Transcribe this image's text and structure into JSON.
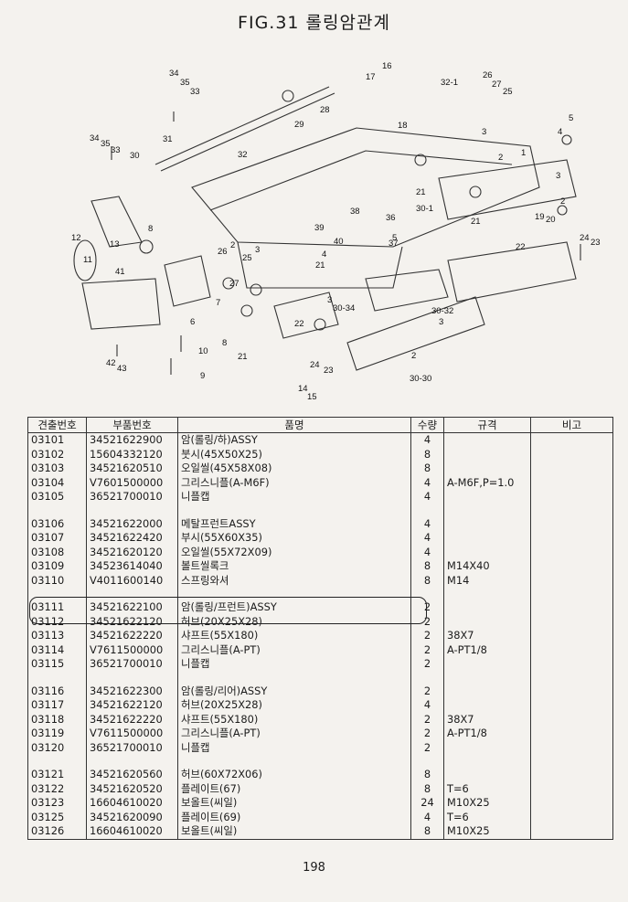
{
  "title": "FIG.31 롤링암관계",
  "page_number": "198",
  "diagram_callouts": [
    "34",
    "35",
    "33",
    "32-1",
    "26",
    "27",
    "25",
    "16",
    "17",
    "28",
    "29",
    "18",
    "32",
    "31",
    "30",
    "34",
    "35",
    "33",
    "3",
    "5",
    "4",
    "1",
    "2",
    "3",
    "21",
    "21",
    "2",
    "19",
    "20",
    "22",
    "24",
    "23",
    "30-1",
    "36",
    "38",
    "39",
    "40",
    "37",
    "5",
    "4",
    "21",
    "8",
    "12",
    "13",
    "11",
    "41",
    "26",
    "2",
    "25",
    "3",
    "6",
    "27",
    "7",
    "8",
    "21",
    "10",
    "9",
    "42",
    "43",
    "22",
    "24",
    "23",
    "14",
    "15",
    "3",
    "30-34",
    "30-32",
    "30-30",
    "2",
    "3"
  ],
  "table": {
    "headers": [
      "견출번호",
      "부품번호",
      "품명",
      "수량",
      "규격",
      "비고"
    ],
    "groups": [
      [
        [
          "03101",
          "34521622900",
          "암(롤링/하)ASSY",
          "4",
          ""
        ],
        [
          "03102",
          "15604332120",
          "붓시(45X50X25)",
          "8",
          ""
        ],
        [
          "03103",
          "34521620510",
          "오일씰(45X58X08)",
          "8",
          ""
        ],
        [
          "03104",
          "V7601500000",
          "그리스니플(A-M6F)",
          "4",
          "A-M6F,P=1.0"
        ],
        [
          "03105",
          "36521700010",
          "니플캡",
          "4",
          ""
        ]
      ],
      [
        [
          "03106",
          "34521622000",
          "메탈프런트ASSY",
          "4",
          ""
        ],
        [
          "03107",
          "34521622420",
          "부시(55X60X35)",
          "4",
          ""
        ],
        [
          "03108",
          "34521620120",
          "오일씰(55X72X09)",
          "4",
          ""
        ],
        [
          "03109",
          "34523614040",
          "볼트씰록크",
          "8",
          "M14X40"
        ],
        [
          "03110",
          "V4011600140",
          "스프링와셔",
          "8",
          "M14"
        ]
      ],
      [
        [
          "03111",
          "34521622100",
          "암(롤링/프런트)ASSY",
          "2",
          ""
        ],
        [
          "03112",
          "34521622120",
          "허브(20X25X28)",
          "2",
          ""
        ],
        [
          "03113",
          "34521622220",
          "샤프트(55X180)",
          "2",
          "38X7"
        ],
        [
          "03114",
          "V7611500000",
          "그리스니플(A-PT)",
          "2",
          "A-PT1/8"
        ],
        [
          "03115",
          "36521700010",
          "니플캡",
          "2",
          ""
        ]
      ],
      [
        [
          "03116",
          "34521622300",
          "암(롤링/리어)ASSY",
          "2",
          ""
        ],
        [
          "03117",
          "34521622120",
          "허브(20X25X28)",
          "4",
          ""
        ],
        [
          "03118",
          "34521622220",
          "샤프트(55X180)",
          "2",
          "38X7"
        ],
        [
          "03119",
          "V7611500000",
          "그리스니플(A-PT)",
          "2",
          "A-PT1/8"
        ],
        [
          "03120",
          "36521700010",
          "니플캡",
          "2",
          ""
        ]
      ],
      [
        [
          "03121",
          "34521620560",
          "허브(60X72X06)",
          "8",
          ""
        ],
        [
          "03122",
          "34521620520",
          "플레이트(67)",
          "8",
          "T=6"
        ],
        [
          "03123",
          "16604610020",
          "보올트(씨일)",
          "24",
          "M10X25"
        ],
        [
          "03125",
          "34521620090",
          "플레이트(69)",
          "4",
          "T=6"
        ],
        [
          "03126",
          "16604610020",
          "보올트(씨일)",
          "8",
          "M10X25"
        ]
      ]
    ]
  }
}
